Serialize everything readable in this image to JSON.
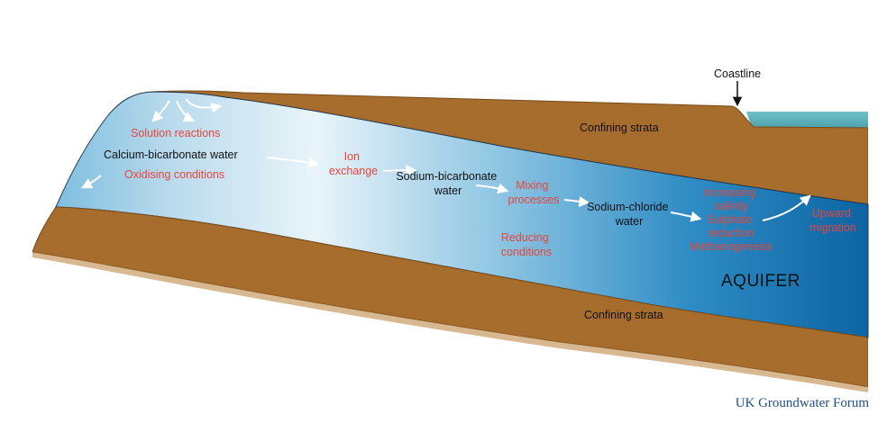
{
  "labels": {
    "coastline": "Coastline",
    "confining_top": "Confining strata",
    "confining_bottom": "Confining strata",
    "aquifer": "AQUIFER",
    "solution_reactions": "Solution reactions",
    "calcium_bicarbonate": "Calcium-bicarbonate water",
    "oxidising_conditions": "Oxidising conditions",
    "ion_exchange": [
      "Ion",
      "exchange"
    ],
    "sodium_bicarbonate": [
      "Sodium-bicarbonate",
      "water"
    ],
    "mixing_processes": [
      "Mixing",
      "processes"
    ],
    "sodium_chloride": [
      "Sodium-chloride",
      "water"
    ],
    "reducing_conditions": [
      "Reducing",
      "conditions"
    ],
    "increasing_salinity": [
      "Increasing",
      "salinity"
    ],
    "sulphate_reduction": [
      "Sulphate",
      "reduction"
    ],
    "methanogenesis": "Methanogenesis",
    "upward_migration": [
      "Upward",
      "migration"
    ]
  },
  "credit": "UK Groundwater Forum",
  "colors": {
    "strata": "#a86a2a",
    "strata_dark": "#7a4714",
    "aquifer_light": "#e6f3fa",
    "aquifer_dark": "#0f6aa8",
    "sea": "#5fb0b8",
    "label_red": "#e8443a",
    "label_black": "#111111",
    "credit": "#1e4f8c"
  }
}
